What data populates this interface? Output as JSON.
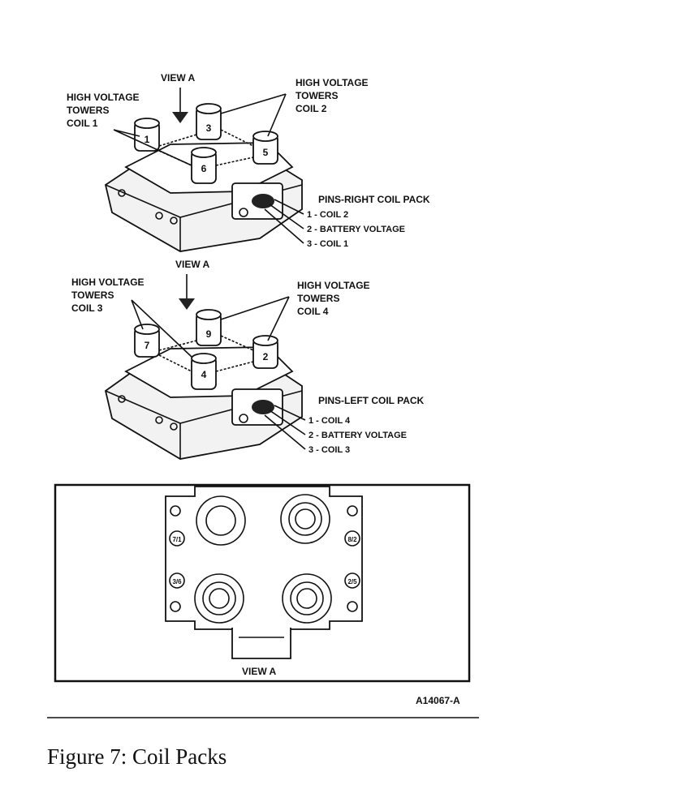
{
  "view_a": "VIEW A",
  "high_voltage_towers": {
    "line1": "HIGH VOLTAGE",
    "line2": "TOWERS",
    "coil1": "COIL 1",
    "coil2": "COIL 2",
    "coil3": "COIL 3",
    "coil4": "COIL 4"
  },
  "right_pack": {
    "heading": "PINS-RIGHT COIL PACK",
    "pins": [
      "1 - COIL 2",
      "2 - BATTERY VOLTAGE",
      "3 - COIL 1"
    ],
    "towers": [
      "3",
      "1",
      "6",
      "5"
    ]
  },
  "left_pack": {
    "heading": "PINS-LEFT COIL PACK",
    "pins": [
      "1 - COIL 4",
      "2 - BATTERY VOLTAGE",
      "3 - COIL 3"
    ],
    "towers": [
      "9",
      "7",
      "4",
      "2"
    ]
  },
  "top_view": {
    "corner_labels": [
      "7/1",
      "8/2",
      "3/6",
      "2/5"
    ]
  },
  "part_number": "A14067-A",
  "caption": "Figure 7: Coil Packs"
}
